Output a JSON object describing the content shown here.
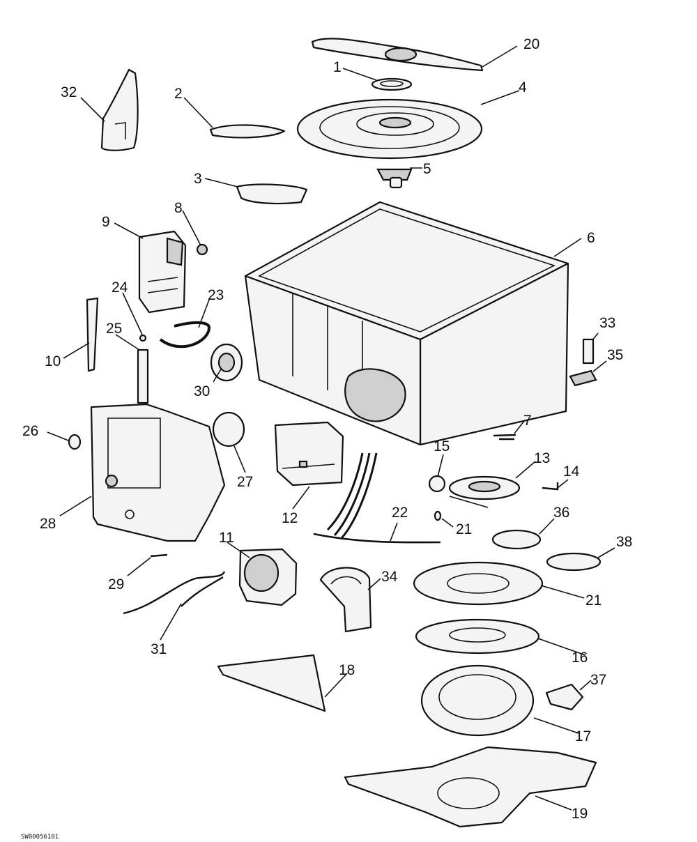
{
  "diagram": {
    "callouts": {
      "n1": "1",
      "n2": "2",
      "n3": "3",
      "n4": "4",
      "n5": "5",
      "n6": "6",
      "n7": "7",
      "n8": "8",
      "n9": "9",
      "n10": "10",
      "n11": "11",
      "n12": "12",
      "n13": "13",
      "n14": "14",
      "n15": "15",
      "n16": "16",
      "n17": "17",
      "n18": "18",
      "n19": "19",
      "n20": "20",
      "n21a": "21",
      "n21b": "21",
      "n22": "22",
      "n23": "23",
      "n24": "24",
      "n25": "25",
      "n26": "26",
      "n27": "27",
      "n28": "28",
      "n29": "29",
      "n30": "30",
      "n31": "31",
      "n32": "32",
      "n33": "33",
      "n34": "34",
      "n35": "35",
      "n36": "36",
      "n37": "37",
      "n38": "38"
    },
    "footer_code": "SW00056101"
  }
}
